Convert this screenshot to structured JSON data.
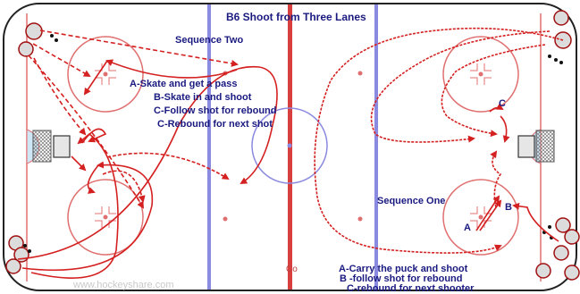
{
  "title": "B6 Shoot from Three Lanes",
  "sequence_two": {
    "heading": "Sequence Two",
    "steps": [
      "A-Skate and get a pass",
      "B-Skate in and shoot",
      "C-Follow shot for rebound",
      "C-Rebound for next shot"
    ]
  },
  "sequence_one": {
    "heading": "Sequence One",
    "steps": [
      "A-Carry the puck and shoot",
      "B -follow shot for rebound",
      "C-rebound for next shooter"
    ]
  },
  "marker_labels": {
    "a": "A",
    "b": "B",
    "c": "C"
  },
  "center_label": "Co",
  "watermark": "www.hockeyshare.com",
  "colors": {
    "board": "#222222",
    "red_line": "#d84040",
    "blue_line": "#8a8ae0",
    "crease": "#cfe6f5",
    "path": "#d42020",
    "text": "#1a1a80"
  }
}
